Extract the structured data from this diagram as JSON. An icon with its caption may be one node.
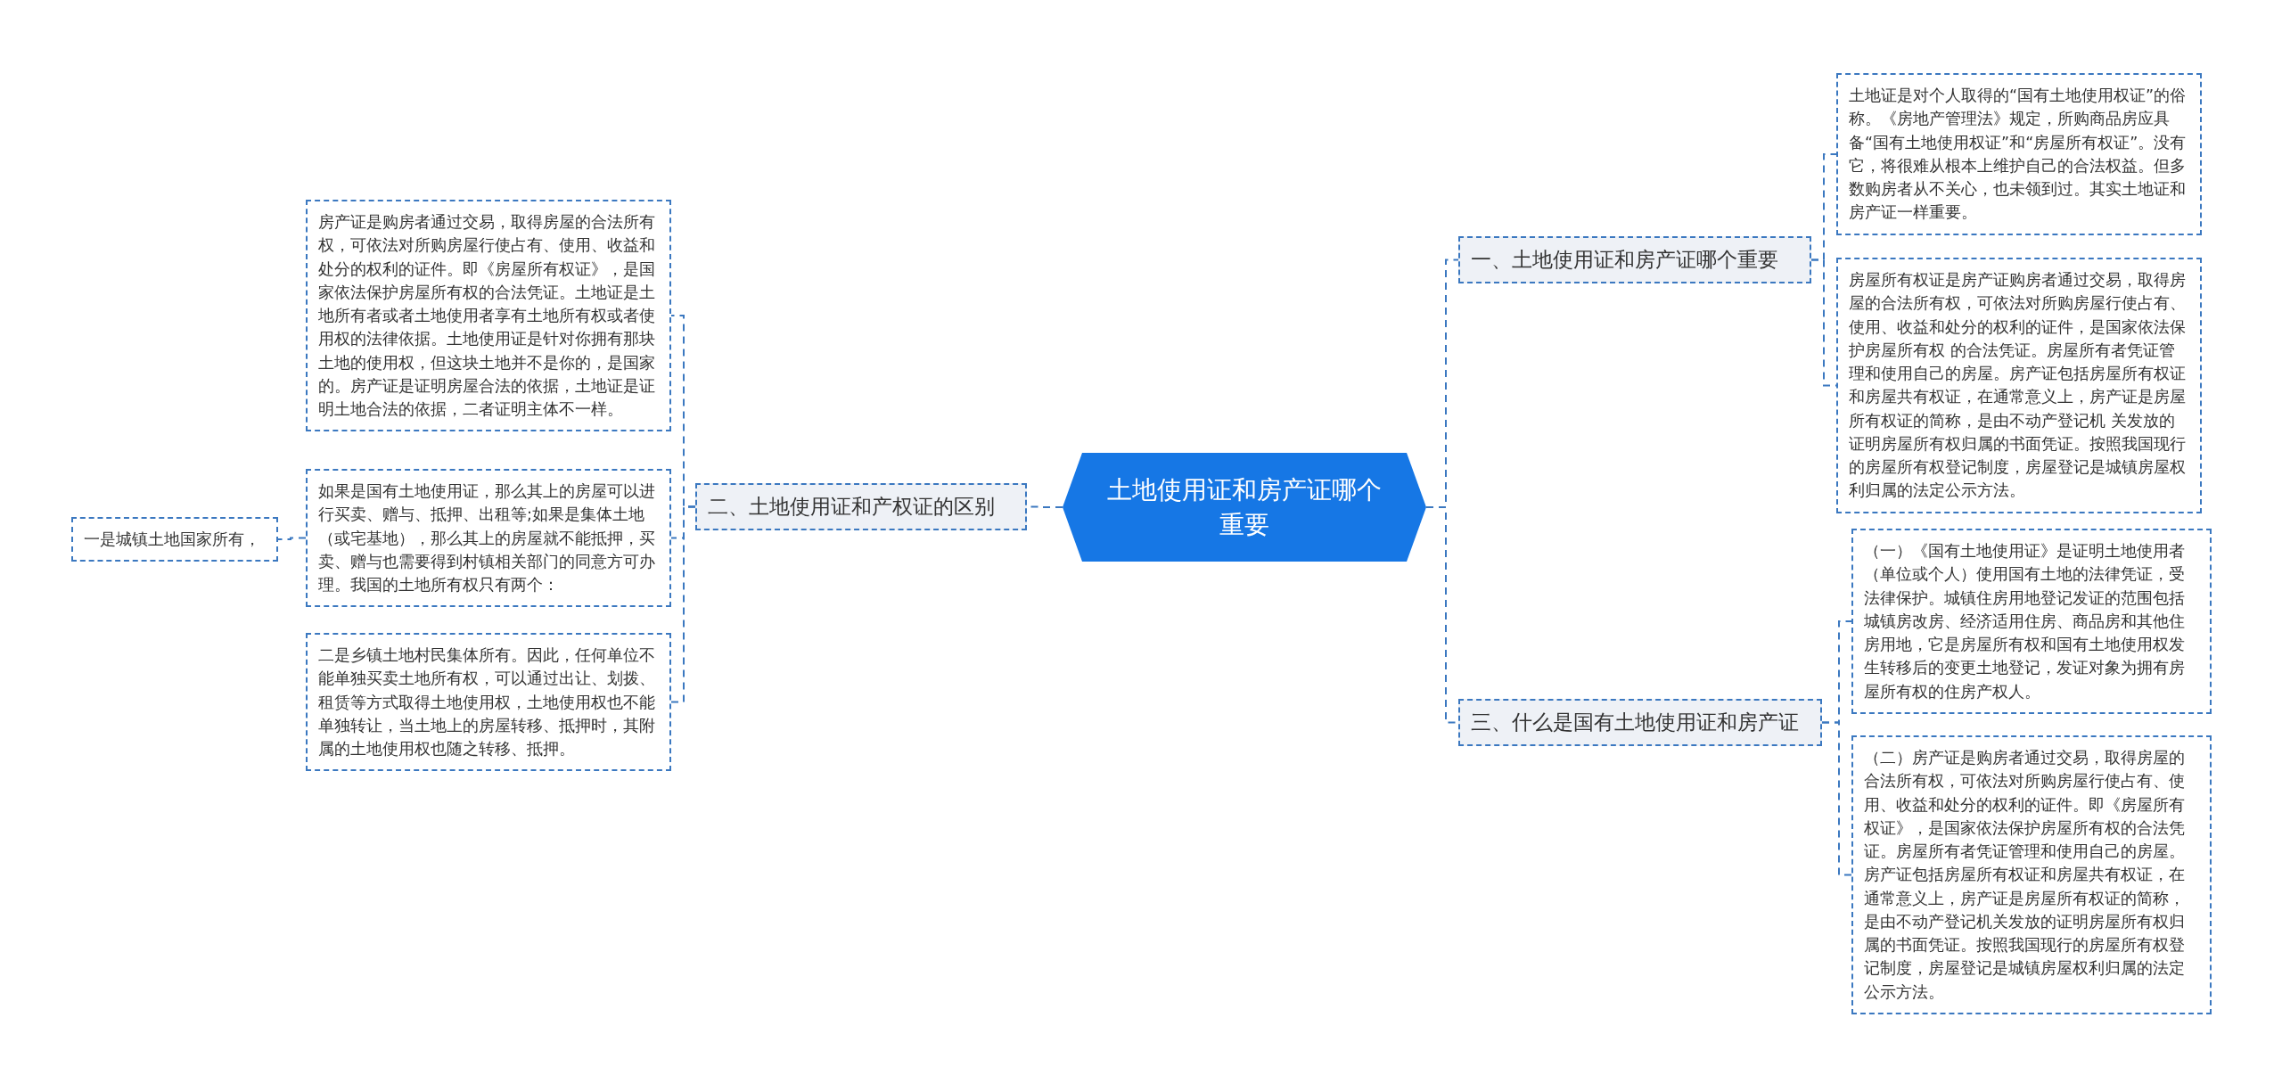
{
  "diagram": {
    "nodes": [
      {
        "text": [
          "土地使用证和房产证哪个重要"
        ]
      },
      {
        "text": [
          "一、土地使用证和房产证哪个重要"
        ]
      },
      {
        "text": [
          "土地证是对个人取得的“国有土地使用权证”的俗称。《房地产管理法》规定，所购商品房应具备“国有土地使用权证”和“房屋所有权证”。没有它，将很难从根本上维护自己的合法权益。但多数购房者从不关心，也未领到过。其实土地证和房产证一样重要。"
        ]
      },
      {
        "text": [
          "房屋所有权证是房产证购房者通过交易，取得房屋的合法所有权，可依法对所购房屋行使占有、使用、收益和处分的权利的证件，是国家依法保护房屋所有权 的合法凭证。房屋所有者凭证管理和使用自己的房屋。房产证包括房屋所有权证和房屋共有权证，在通常意义上，房产证是房屋所有权证的简称，是由不动产登记机 关发放的证明房屋所有权归属的书面凭证。按照我国现行的房屋所有权登记制度，房屋登记是城镇房屋权利归属的法定公示方法。"
        ]
      },
      {
        "text": [
          "二、土地使用证和产权证的区别"
        ]
      },
      {
        "text": [
          "房产证是购房者通过交易，取得房屋的合法所有权，可依法对所购房屋行使占有、使用、收益和处分的权利的证件。即《房屋所有权证》，是国家依法保护房屋所有权的合法凭证。土地证是土地所有者或者土地使用者享有土地所有权或者使用权的法律依据。土地使用证是针对你拥有那块土地的使用权，但这块土地并不是你的，是国家的。房产证是证明房屋合法的依据，土地证是证明土地合法的依据，二者证明主体不一样。"
        ]
      },
      {
        "text": [
          "如果是国有土地使用证，那么其上的房屋可以进行买卖、赠与、抵押、出租等;如果是集体土地（或宅基地），那么其上的房屋就不能抵押，买卖、赠与也需要得到村镇相关部门的同意方可办理。我国的土地所有权只有两个："
        ]
      },
      {
        "text": [
          "二是乡镇土地村民集体所有。因此，任何单位不能单独买卖土地所有权，可以通过出让、划拨、租赁等方式取得土地使用权，土地使用权也不能单独转让，当土地上的房屋转移、抵押时，其附属的土地使用权也随之转移、抵押。"
        ]
      },
      {
        "text": [
          "一是城镇土地国家所有，"
        ]
      },
      {
        "text": [
          "三、什么是国有土地使用证和房产证"
        ]
      },
      {
        "text": [
          "（一）《国有土地使用证》是证明土地使用者（单位或个人）使用国有土地的法律凭证，受法律保护。城镇住房用地登记发证的范围包括城镇房改房、经济适用住房、商品房和其他住房用地，它是房屋所有权和国有土地使用权发生转移后的变更土地登记，发证对象为拥有房屋所有权的住房产权人。"
        ]
      },
      {
        "text": [
          "（二）房产证是购房者通过交易，取得房屋的合法所有权，可依法对所购房屋行使占有、使用、收益和处分的权利的证件。即《房屋所有权证》，是国家依法保护房屋所有权的合法凭证。房屋所有者凭证管理和使用自己的房屋。房产证包括房屋所有权证和房屋共有权证，在通常意义上，房产证是房屋所有权证的简称，是由不动产登记机关发放的证明房屋所有权归属的书面凭证。按照我国现行的房屋所有权登记制度，房屋登记是城镇房屋权利归属的法定公示方法。"
        ]
      }
    ],
    "edges": [
      {
        "from": 0,
        "to": 1,
        "arrow": "none"
      },
      {
        "from": 1,
        "to": 2,
        "arrow": "none"
      },
      {
        "from": 1,
        "to": 3,
        "arrow": "none"
      },
      {
        "from": 0,
        "to": 4,
        "arrow": "none"
      },
      {
        "from": 4,
        "to": 5,
        "arrow": "none"
      },
      {
        "from": 4,
        "to": 6,
        "arrow": "none"
      },
      {
        "from": 4,
        "to": 7,
        "arrow": "none"
      },
      {
        "from": 6,
        "to": 8,
        "arrow": "none"
      },
      {
        "from": 0,
        "to": 9,
        "arrow": "none"
      },
      {
        "from": 9,
        "to": 10,
        "arrow": "none"
      },
      {
        "from": 9,
        "to": 11,
        "arrow": "none"
      }
    ]
  }
}
